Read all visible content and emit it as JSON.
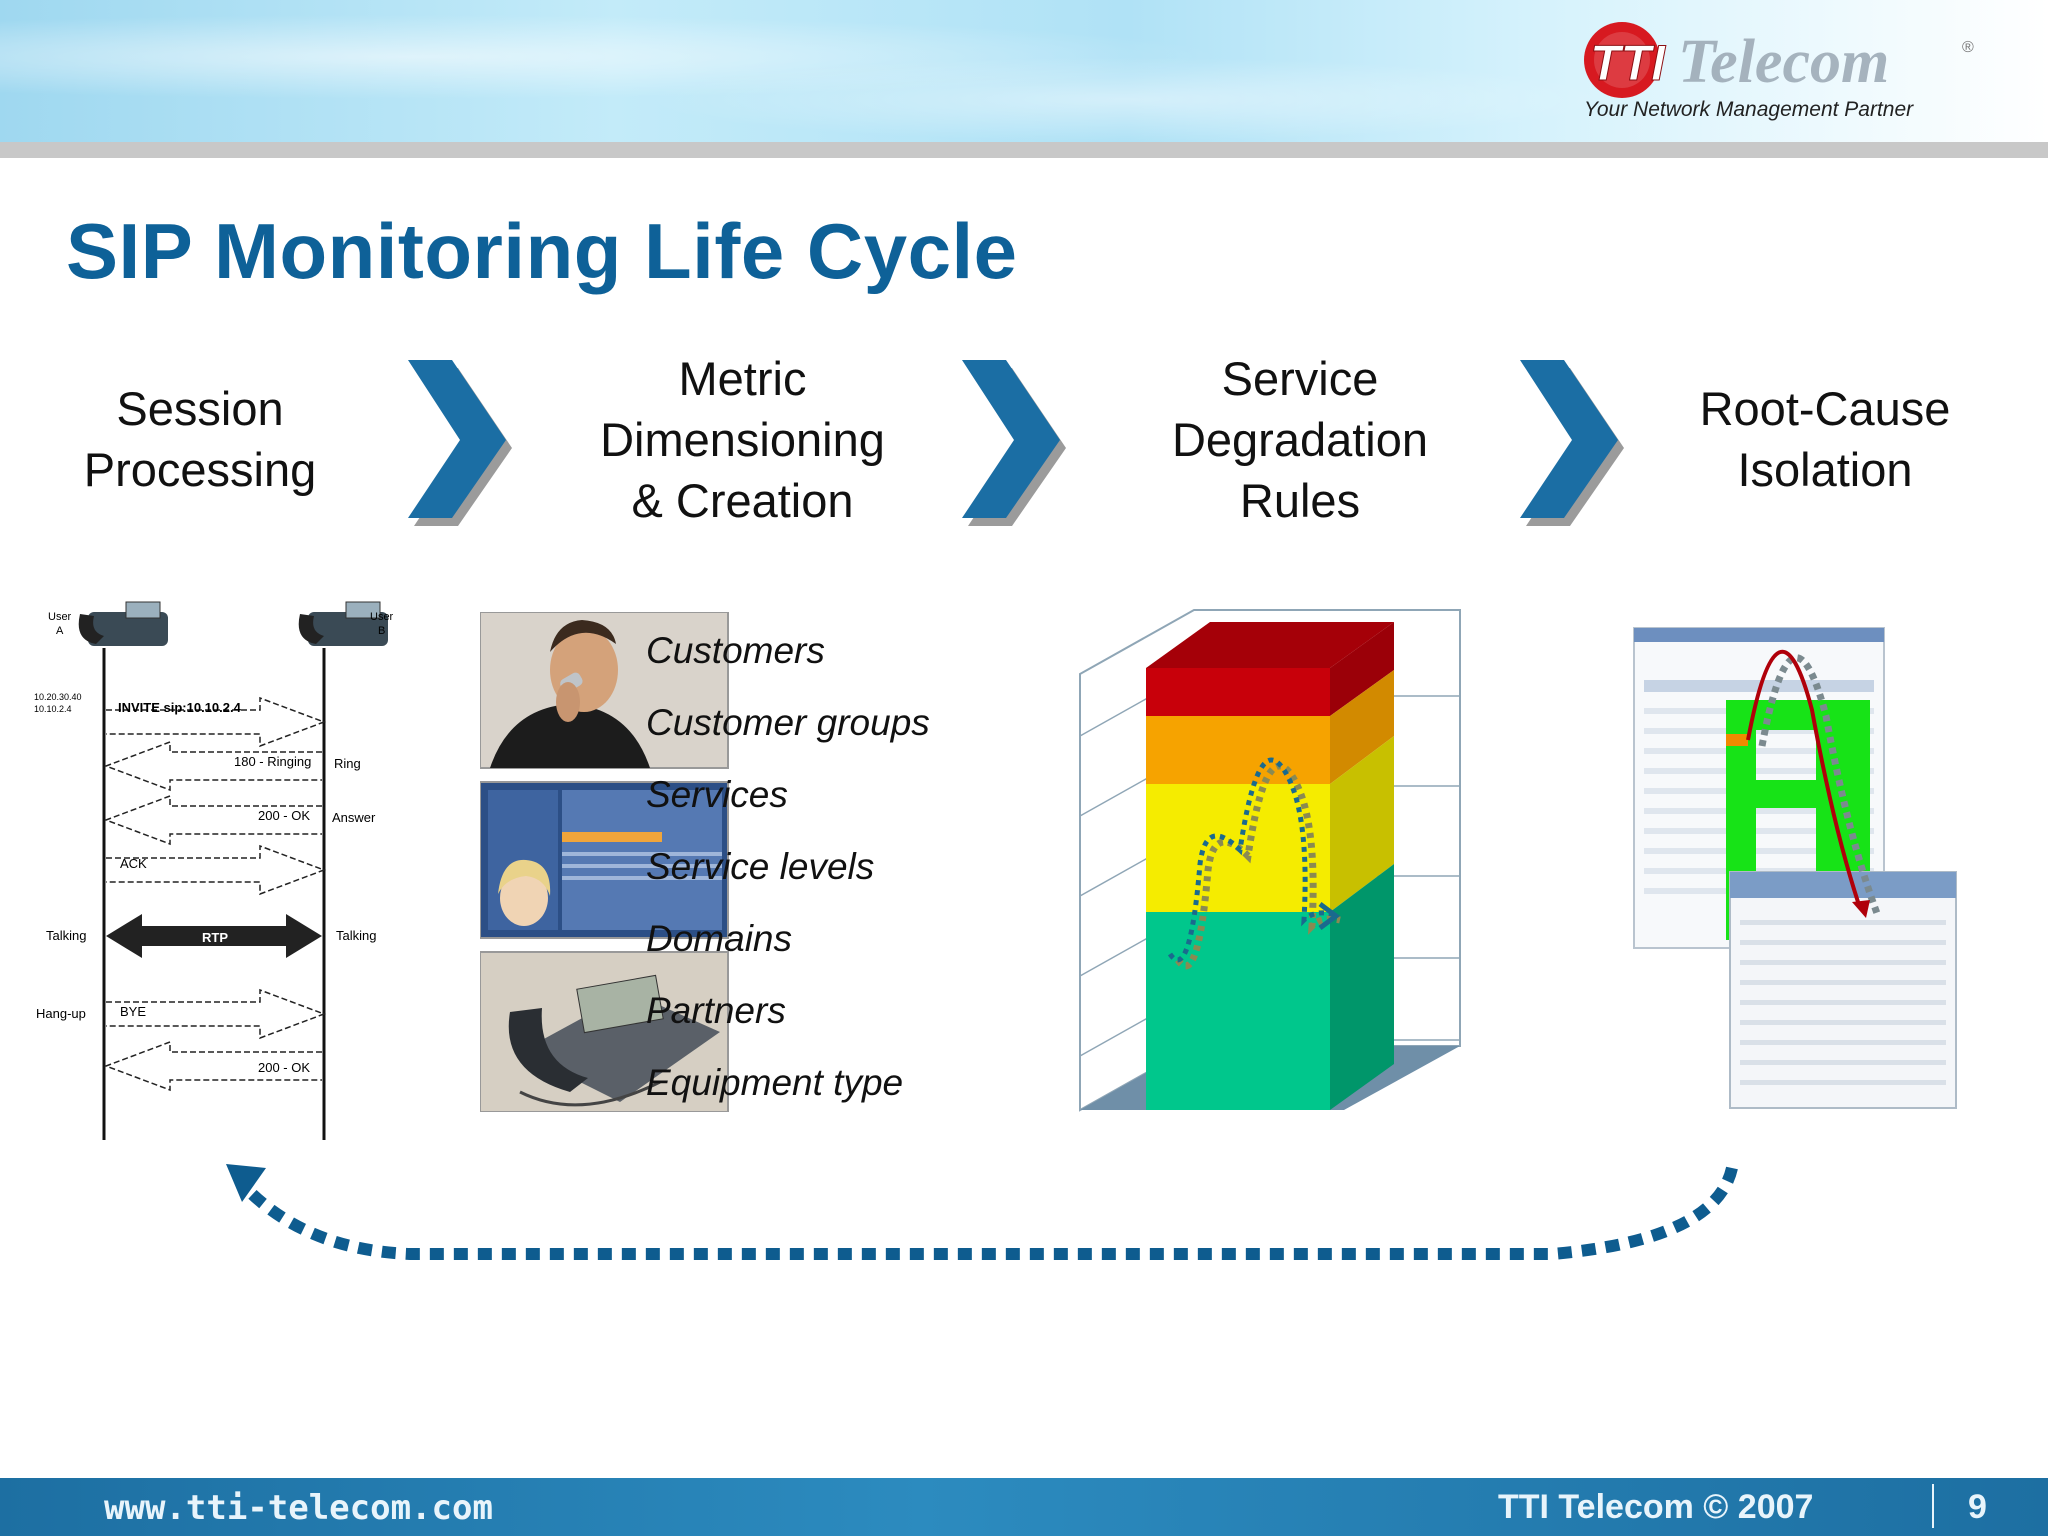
{
  "header": {
    "logo_mark": "TTI",
    "logo_name": "Telecom",
    "logo_registered": "®",
    "tagline": "Your Network Management Partner"
  },
  "title": "SIP Monitoring Life Cycle",
  "stages": [
    {
      "lines": [
        "Session",
        "Processing"
      ]
    },
    {
      "lines": [
        "Metric",
        "Dimensioning",
        "& Creation"
      ]
    },
    {
      "lines": [
        "Service",
        "Degradation",
        "Rules"
      ]
    },
    {
      "lines": [
        "Root-Cause",
        "Isolation"
      ]
    }
  ],
  "sip_diagram": {
    "user_a": [
      "User",
      "A"
    ],
    "user_b": [
      "User",
      "B"
    ],
    "ip_label": [
      "10.20.30.40",
      "10.10.2.4"
    ],
    "messages": [
      "INVITE sip:10.10.2.4",
      "180 - Ringing",
      "200 - OK",
      "ACK",
      "RTP",
      "BYE",
      "200 - OK"
    ],
    "right_labels": [
      "Ring",
      "Answer",
      "Talking"
    ],
    "left_labels": [
      "Talking",
      "Hang-up"
    ]
  },
  "dimensions": [
    "Customers",
    "Customer groups",
    "Services",
    "Service levels",
    "Domains",
    "Partners",
    "Equipment type"
  ],
  "colors": {
    "title": "#0e6198",
    "chevron": "#1b6ea4",
    "band_red": "#c8000a",
    "band_orange": "#f6a300",
    "band_yellow": "#f5ec00",
    "band_green": "#00c78c",
    "loop_arrow": "#0e5c8f"
  },
  "footer": {
    "url": "www.tti-telecom.com",
    "copyright": "TTI  Telecom © 2007",
    "page": "9"
  }
}
